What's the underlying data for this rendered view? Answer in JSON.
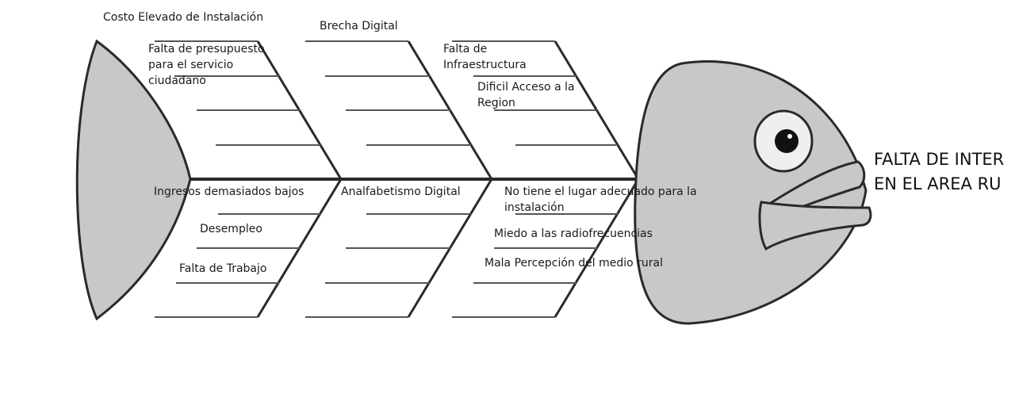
{
  "diagram": {
    "effect": {
      "line1": "FALTA DE INTER",
      "line2": "EN EL AREA RU"
    },
    "top_categories": [
      {
        "label": "Costo Elevado de Instalación",
        "causes": [
          "Falta de presupuesto para el servicio ciudadano"
        ]
      },
      {
        "label": "Brecha Digital",
        "causes": []
      },
      {
        "label": "Falta de Infraestructura",
        "causes": [
          "Dificil Acceso a la Region"
        ]
      }
    ],
    "bottom_categories": [
      {
        "label": "Ingresos demasiados bajos",
        "causes": [
          "Desempleo",
          "Falta de Trabajo"
        ]
      },
      {
        "label": "Analfabetismo Digital",
        "causes": []
      },
      {
        "label": "No tiene el lugar adecuado para la instalación",
        "causes": [
          "Miedo a las radiofrecuencias",
          "Mala Percepción del medio rural"
        ]
      }
    ],
    "colors": {
      "fish_fill": "#c8c8c8",
      "line": "#2a2a2a",
      "eye_fill": "#efefef",
      "pupil": "#111111"
    }
  }
}
